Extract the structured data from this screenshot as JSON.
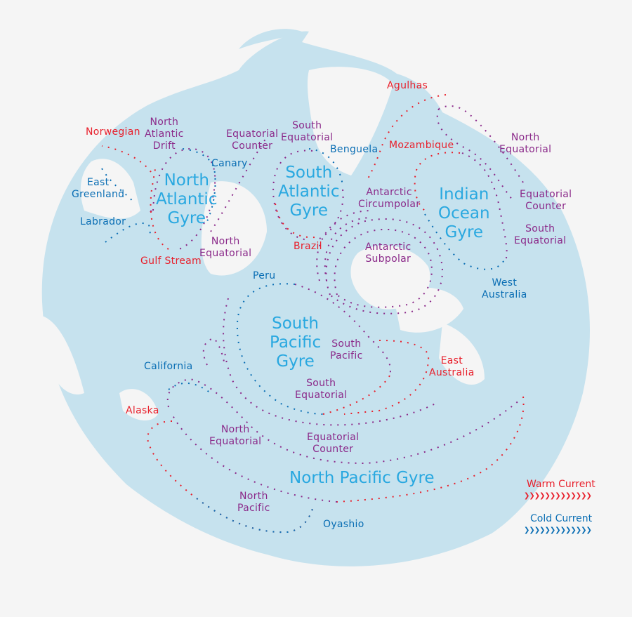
{
  "colors": {
    "background": "#f5f5f5",
    "ocean": "#c6e2ee",
    "warm": "#e8202c",
    "cold": "#0a6eb4",
    "neutral": "#8b2a8a",
    "gyre_text": "#29a8e0"
  },
  "gyres": [
    {
      "id": "north-atlantic",
      "lines": [
        "North",
        "Atlantic",
        "Gyre"
      ]
    },
    {
      "id": "south-atlantic",
      "lines": [
        "South",
        "Atlantic",
        "Gyre"
      ]
    },
    {
      "id": "indian-ocean",
      "lines": [
        "Indian",
        "Ocean",
        "Gyre"
      ]
    },
    {
      "id": "south-pacific",
      "lines": [
        "South",
        "Pacific",
        "Gyre"
      ]
    },
    {
      "id": "north-pacific",
      "lines": [
        "North Pacific Gyre"
      ]
    }
  ],
  "currents": [
    {
      "id": "norwegian",
      "lines": [
        "Norwegian"
      ],
      "type": "warm"
    },
    {
      "id": "north-atlantic-drift",
      "lines": [
        "North",
        "Atlantic",
        "Drift"
      ],
      "type": "neutral"
    },
    {
      "id": "east-greenland",
      "lines": [
        "East",
        "Greenland"
      ],
      "type": "cold"
    },
    {
      "id": "labrador",
      "lines": [
        "Labrador"
      ],
      "type": "cold"
    },
    {
      "id": "gulf-stream",
      "lines": [
        "Gulf Stream"
      ],
      "type": "warm"
    },
    {
      "id": "canary",
      "lines": [
        "Canary"
      ],
      "type": "cold"
    },
    {
      "id": "atlantic-north-equatorial",
      "lines": [
        "North",
        "Equatorial"
      ],
      "type": "neutral"
    },
    {
      "id": "atlantic-equatorial-counter",
      "lines": [
        "Equatorial",
        "Counter"
      ],
      "type": "neutral"
    },
    {
      "id": "atlantic-south-equatorial",
      "lines": [
        "South",
        "Equatorial"
      ],
      "type": "neutral"
    },
    {
      "id": "benguela",
      "lines": [
        "Benguela"
      ],
      "type": "cold"
    },
    {
      "id": "brazil",
      "lines": [
        "Brazil"
      ],
      "type": "warm"
    },
    {
      "id": "agulhas",
      "lines": [
        "Agulhas"
      ],
      "type": "warm"
    },
    {
      "id": "mozambique",
      "lines": [
        "Mozambique"
      ],
      "type": "warm"
    },
    {
      "id": "antarctic-circumpolar",
      "lines": [
        "Antarctic",
        "Circumpolar"
      ],
      "type": "neutral"
    },
    {
      "id": "antarctic-subpolar",
      "lines": [
        "Antarctic",
        "Subpolar"
      ],
      "type": "neutral"
    },
    {
      "id": "indian-north-equatorial",
      "lines": [
        "North",
        "Equatorial"
      ],
      "type": "neutral"
    },
    {
      "id": "indian-equatorial-counter",
      "lines": [
        "Equatorial",
        "Counter"
      ],
      "type": "neutral"
    },
    {
      "id": "indian-south-equatorial",
      "lines": [
        "South",
        "Equatorial"
      ],
      "type": "neutral"
    },
    {
      "id": "west-australia",
      "lines": [
        "West",
        "Australia"
      ],
      "type": "cold"
    },
    {
      "id": "peru",
      "lines": [
        "Peru"
      ],
      "type": "cold"
    },
    {
      "id": "south-pacific",
      "lines": [
        "South",
        "Pacific"
      ],
      "type": "neutral"
    },
    {
      "id": "east-australia",
      "lines": [
        "East",
        "Australia"
      ],
      "type": "warm"
    },
    {
      "id": "pacific-south-equatorial",
      "lines": [
        "South",
        "Equatorial"
      ],
      "type": "neutral"
    },
    {
      "id": "california",
      "lines": [
        "California"
      ],
      "type": "cold"
    },
    {
      "id": "alaska",
      "lines": [
        "Alaska"
      ],
      "type": "warm"
    },
    {
      "id": "pacific-north-equatorial",
      "lines": [
        "North",
        "Equatorial"
      ],
      "type": "neutral"
    },
    {
      "id": "pacific-equatorial-counter",
      "lines": [
        "Equatorial",
        "Counter"
      ],
      "type": "neutral"
    },
    {
      "id": "north-pacific",
      "lines": [
        "North",
        "Pacific"
      ],
      "type": "neutral"
    },
    {
      "id": "oyashio",
      "lines": [
        "Oyashio"
      ],
      "type": "cold"
    }
  ],
  "legend": {
    "warm_label": "Warm Current",
    "cold_label": "Cold Current",
    "arrow_glyphs": "❯❯❯❯❯❯❯❯❯❯❯❯❯"
  }
}
